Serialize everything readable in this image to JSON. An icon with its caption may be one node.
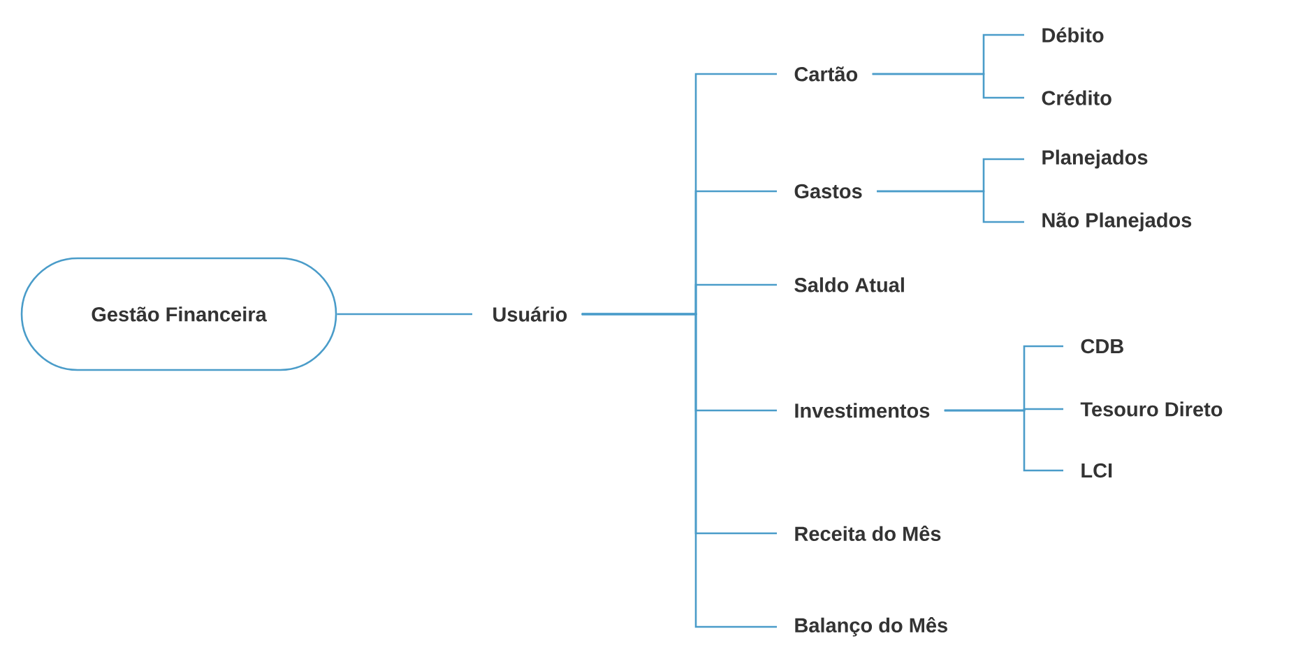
{
  "diagram": {
    "nodes": [
      {
        "text": [
          "Gestão Financeira"
        ]
      },
      {
        "text": [
          "Usuário"
        ]
      },
      {
        "text": [
          "Cartão"
        ]
      },
      {
        "text": [
          "Débito"
        ]
      },
      {
        "text": [
          "Crédito"
        ]
      },
      {
        "text": [
          "Gastos"
        ]
      },
      {
        "text": [
          "Planejados"
        ]
      },
      {
        "text": [
          "Não Planejados"
        ]
      },
      {
        "text": [
          "Saldo Atual"
        ]
      },
      {
        "text": [
          "Investimentos"
        ]
      },
      {
        "text": [
          "CDB"
        ]
      },
      {
        "text": [
          "Tesouro Direto"
        ]
      },
      {
        "text": [
          "LCI"
        ]
      },
      {
        "text": [
          "Receita do Mês"
        ]
      },
      {
        "text": [
          "Balanço do Mês"
        ]
      }
    ],
    "edges": [
      {
        "from": 0,
        "to": 1,
        "arrow": "none"
      },
      {
        "from": 1,
        "to": 2,
        "arrow": "none"
      },
      {
        "from": 1,
        "to": 5,
        "arrow": "none"
      },
      {
        "from": 1,
        "to": 8,
        "arrow": "none"
      },
      {
        "from": 1,
        "to": 9,
        "arrow": "none"
      },
      {
        "from": 1,
        "to": 13,
        "arrow": "none"
      },
      {
        "from": 1,
        "to": 14,
        "arrow": "none"
      },
      {
        "from": 2,
        "to": 3,
        "arrow": "none"
      },
      {
        "from": 2,
        "to": 4,
        "arrow": "none"
      },
      {
        "from": 5,
        "to": 6,
        "arrow": "none"
      },
      {
        "from": 5,
        "to": 7,
        "arrow": "none"
      },
      {
        "from": 9,
        "to": 10,
        "arrow": "none"
      },
      {
        "from": 9,
        "to": 11,
        "arrow": "none"
      },
      {
        "from": 9,
        "to": 12,
        "arrow": "none"
      }
    ]
  }
}
